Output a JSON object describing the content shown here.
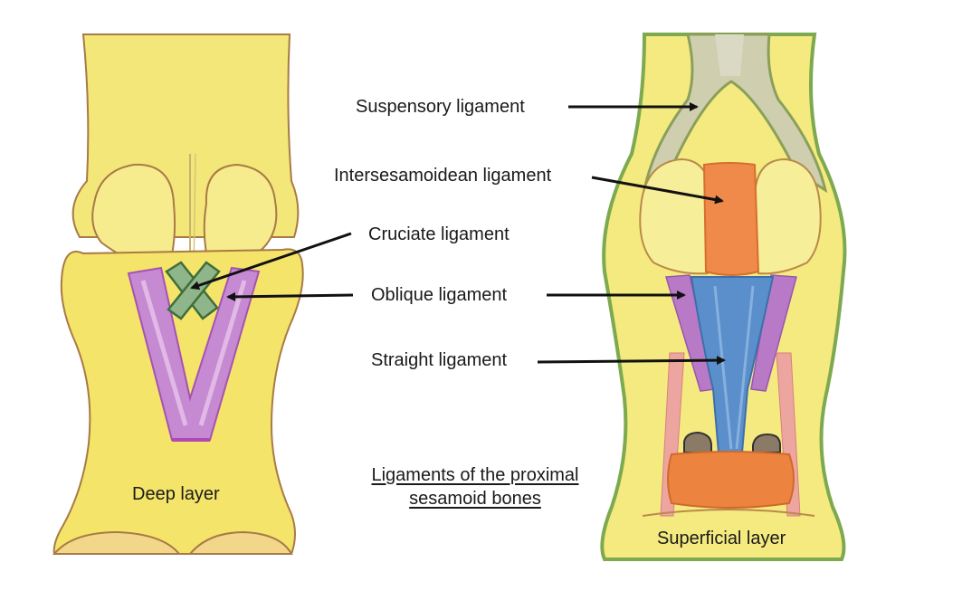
{
  "labels": {
    "suspensory": "Suspensory ligament",
    "intersesamoidean": "Intersesamoidean ligament",
    "cruciate": "Cruciate ligament",
    "oblique": "Oblique ligament",
    "straight": "Straight ligament"
  },
  "title": {
    "line1": "Ligaments of the proximal",
    "line2": "sesamoid bones"
  },
  "layers": {
    "deep": "Deep layer",
    "superficial": "Superficial layer"
  },
  "colors": {
    "bone": "#f3e46a",
    "bone_light": "#f7ee9a",
    "outline": "#9a6a3a",
    "cruciate": "#5c8a4e",
    "oblique": "#b176c0",
    "straight": "#4f86c2",
    "intersesamoidean": "#ec8a4c",
    "suspensory": "#9ab07a",
    "sheath": "#7caa4c",
    "distal_pad": "#e9853c",
    "pink": "#e9a0a0",
    "arrow": "#111111"
  }
}
